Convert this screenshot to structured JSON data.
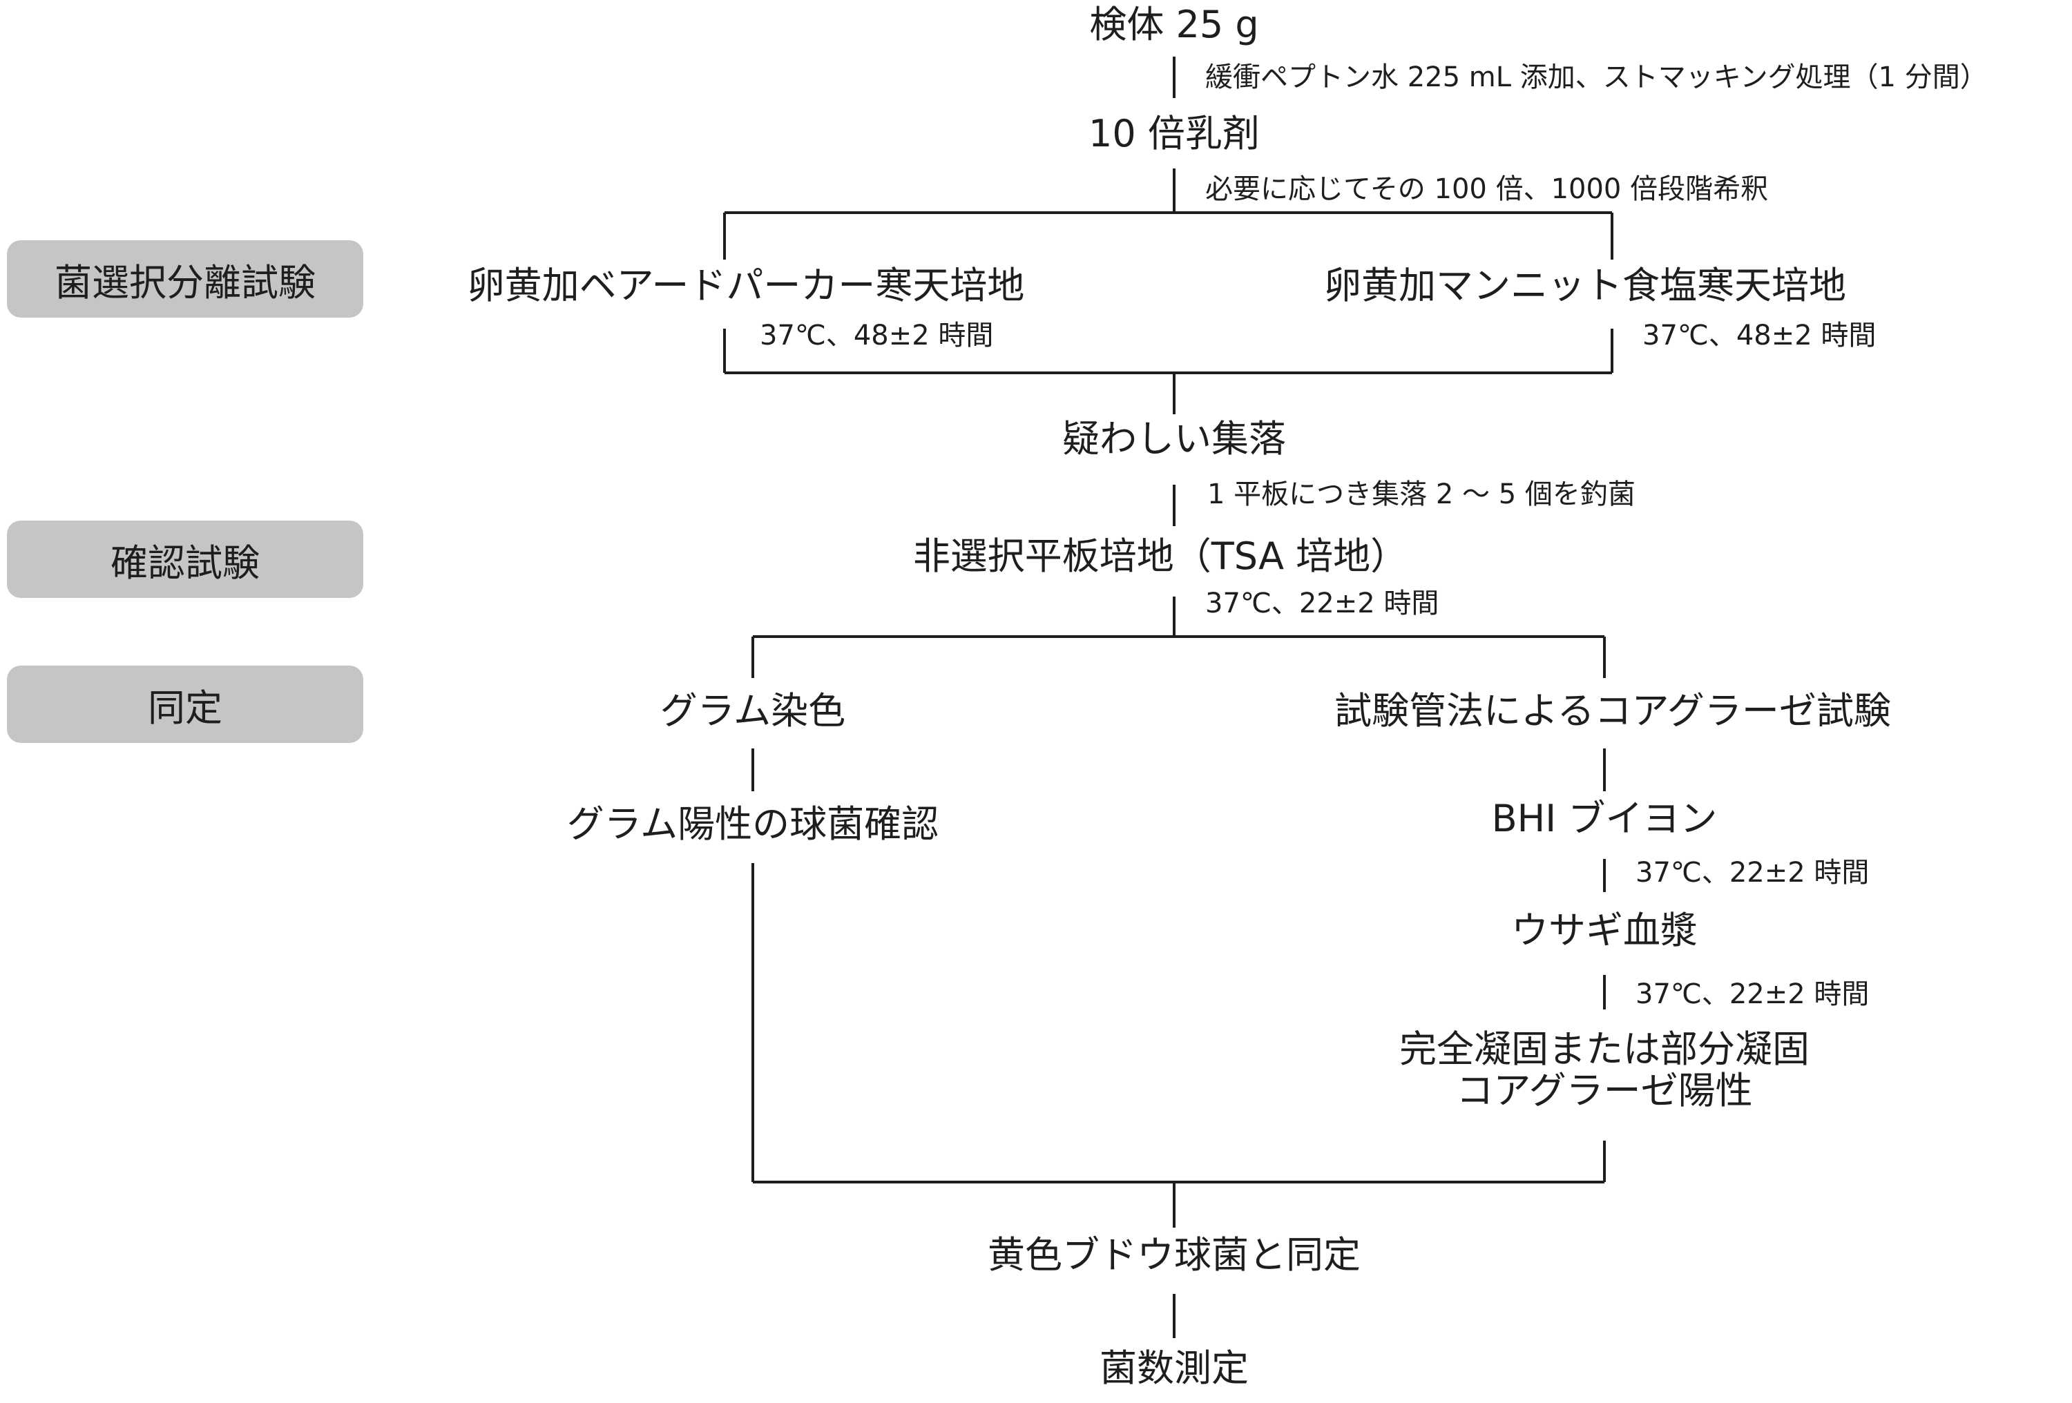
{
  "stages": {
    "isolation": "菌選択分離試験",
    "confirmation": "確認試験",
    "identification": "同定"
  },
  "nodes": {
    "sample": "検体 25 g",
    "dilution10": "10 倍乳剤",
    "baird_parker": "卵黄加ベアードパーカー寒天培地",
    "mannitol_salt": "卵黄加マンニット食塩寒天培地",
    "suspect_colony": "疑わしい集落",
    "nonselective_plate": "非選択平板培地（TSA 培地）",
    "gram_stain": "グラム染色",
    "gram_positive": "グラム陽性の球菌確認",
    "coagulase_test": "試験管法によるコアグラーゼ試験",
    "bhi_broth": "BHI ブイヨン",
    "rabbit_plasma": "ウサギ血漿",
    "coagulation_line1": "完全凝固または部分凝固",
    "coagulation_line2": "コアグラーゼ陽性",
    "identified": "黄色ブドウ球菌と同定",
    "count": "菌数測定"
  },
  "notes": {
    "peptone": "緩衝ペプトン水 225 mL 添加、ストマッキング処理（1 分間）",
    "serial_dilution": "必要に応じてその 100 倍、1000 倍段階希釈",
    "bp_incubation": "37℃、48±2 時間",
    "ms_incubation": "37℃、48±2 時間",
    "pick_colonies": "1 平板につき集落 2 ～ 5 個を釣菌",
    "tsa_incubation": "37℃、22±2 時間",
    "bhi_incubation": "37℃、22±2 時間",
    "plasma_incubation": "37℃、22±2 時間"
  },
  "colors": {
    "line": "#1e1e1e",
    "stage_fill": "#c5c5c5",
    "text": "#1e1e1e"
  }
}
